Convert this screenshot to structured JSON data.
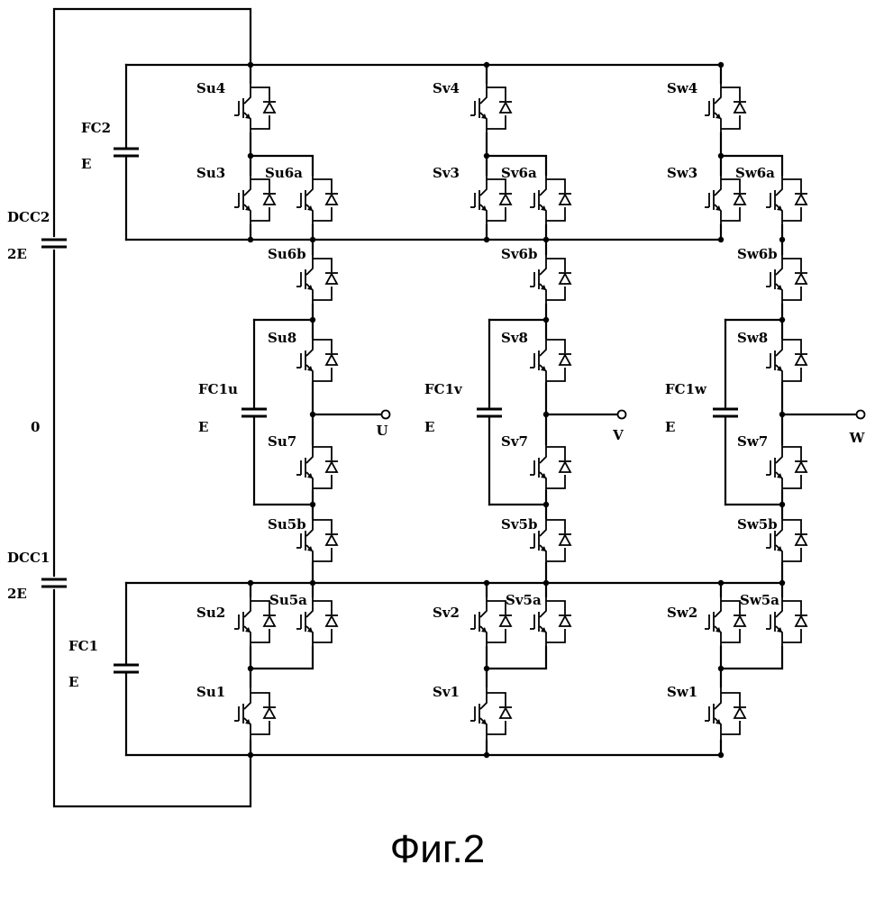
{
  "caption": "Фиг.2",
  "dc_capacitors": [
    {
      "name": "DCC2",
      "value": "2E"
    },
    {
      "name": "DCC1",
      "value": "2E"
    }
  ],
  "midpoint_label": "0",
  "flying_capacitors": [
    {
      "name": "FC2",
      "value": "E"
    },
    {
      "name": "FC1",
      "value": "E"
    },
    {
      "name": "FC1u",
      "value": "E"
    },
    {
      "name": "FC1v",
      "value": "E"
    },
    {
      "name": "FC1w",
      "value": "E"
    }
  ],
  "outputs": [
    "U",
    "V",
    "W"
  ],
  "switches": {
    "u": [
      "Su4",
      "Su3",
      "Su6a",
      "Su6b",
      "Su8",
      "Su7",
      "Su5b",
      "Su2",
      "Su5a",
      "Su1"
    ],
    "v": [
      "Sv4",
      "Sv3",
      "Sv6a",
      "Sv6b",
      "Sv8",
      "Sv7",
      "Sv5b",
      "Sv2",
      "Sv5a",
      "Sv1"
    ],
    "w": [
      "Sw4",
      "Sw3",
      "Sw6a",
      "Sw6b",
      "Sw8",
      "Sw7",
      "Sw5b",
      "Sw2",
      "Sw5a",
      "Sw1"
    ]
  }
}
